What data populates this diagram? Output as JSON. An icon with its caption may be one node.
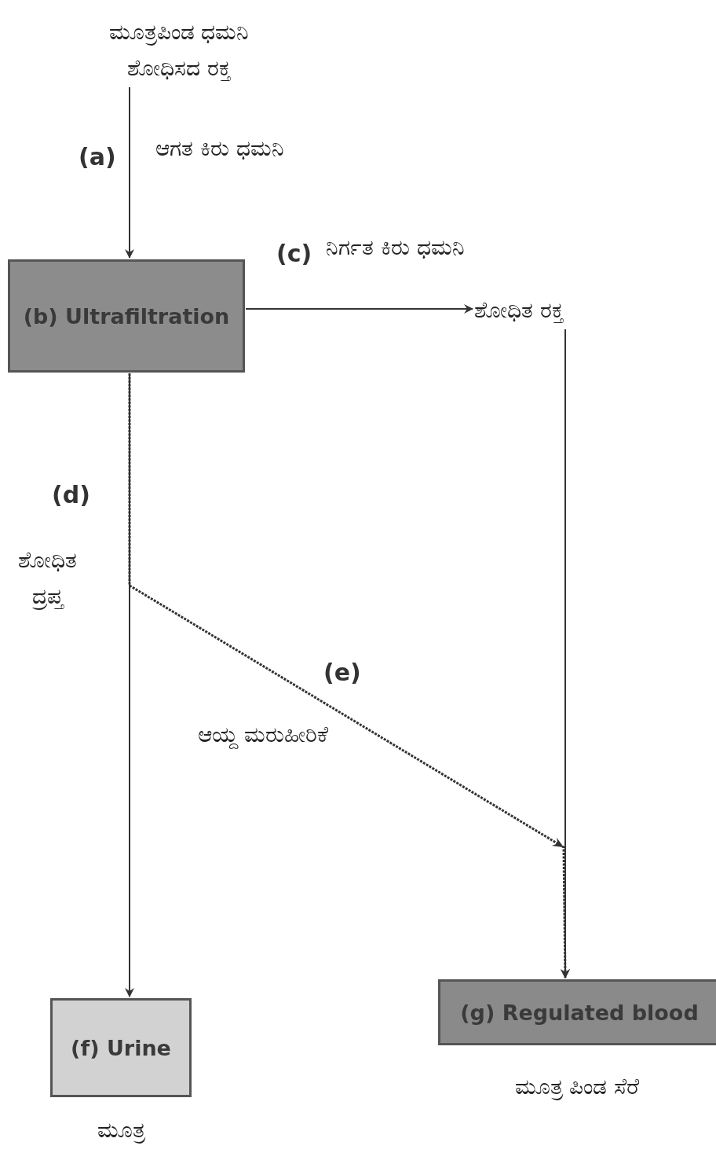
{
  "diagram": {
    "nodes": [
      {
        "text": [
          "ಮೂತ್ರಪಿಂಡ ಧಮನಿ ಶೋಧಿಸದ ರಕ್ತ"
        ]
      },
      {
        "text": [
          "(b) Ultrafiltration"
        ]
      },
      {
        "text": [
          "ಶೋಧಿತ ರಕ್ತ"
        ]
      },
      {
        "text": [
          "(f) Urine"
        ],
        "beside": [
          "ಮೂತ್ರ"
        ]
      },
      {
        "text": [
          "(g) Regulated blood"
        ],
        "beside": [
          "ಮೂತ್ರ ಪಿಂಡ ಸೆರೆ"
        ]
      }
    ],
    "edges": [
      {
        "from": 0,
        "to": 1,
        "arrow": "to",
        "label": "(a)"
      },
      {
        "from": 1,
        "to": 2,
        "arrow": "to",
        "label": "(c)"
      },
      {
        "from": 2,
        "to": 4,
        "arrow": "to"
      },
      {
        "from": 1,
        "to": 3,
        "arrow": "to",
        "label": "(d)"
      },
      {
        "from": 1,
        "to": 4,
        "arrow": "to",
        "label": "(e)",
        "style": "dashed"
      }
    ],
    "labels": [
      "ಆಗತ ಕಿರು ಧಮನಿ",
      "ನಿರ್ಗತ ಕಿರು ಧಮನಿ",
      "ಶೋಧಿತ ದ್ರಪ್ತ",
      "ಆಯ್ದ ಮರುಹೀರಿಕೆ"
    ]
  }
}
